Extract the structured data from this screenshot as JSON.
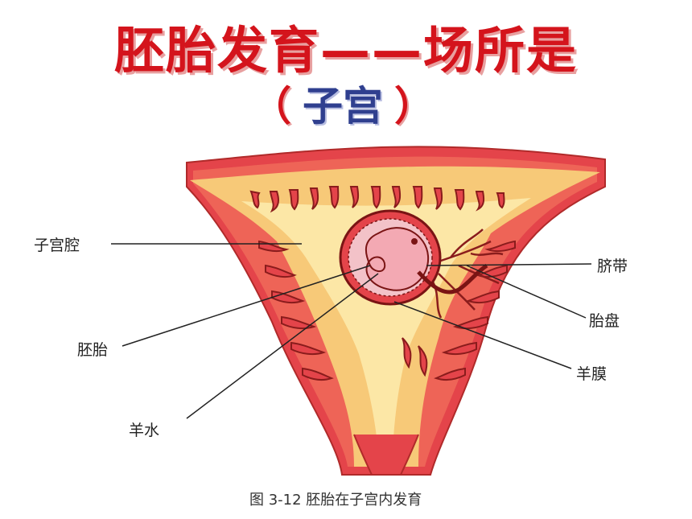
{
  "title": "胚胎发育——场所是",
  "subtitle": {
    "paren_open": "（",
    "text": "子宫",
    "paren_close": "）"
  },
  "labels": {
    "uterine_cavity": "子宫腔",
    "embryo": "胚胎",
    "amniotic_fluid": "羊水",
    "umbilical_cord": "脐带",
    "placenta": "胎盘",
    "amnion": "羊膜"
  },
  "caption": "图 3-12  胚胎在子宫内发育",
  "colors": {
    "title_red": "#d4141c",
    "subtitle_blue": "#2f3f8f",
    "uterus_wall": "#e4444a",
    "uterus_inner": "#f7c978",
    "embryo_pink": "#f3a9b3"
  }
}
